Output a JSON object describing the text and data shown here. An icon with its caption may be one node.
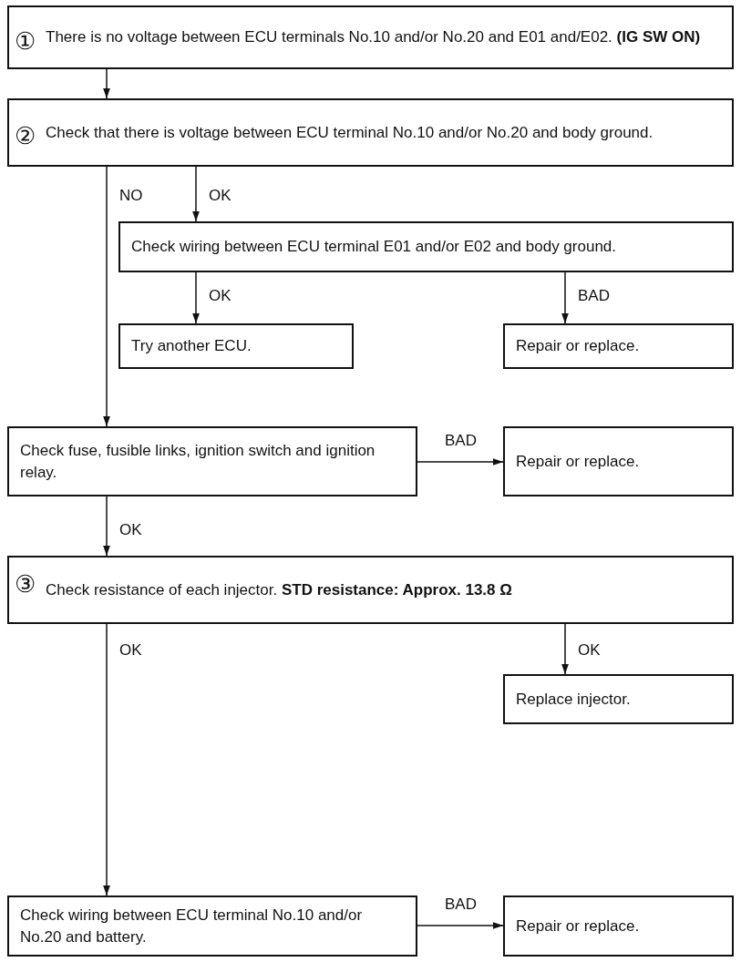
{
  "diagram": {
    "nodes": [
      {
        "text": [
          "①",
          "There is no voltage between ECU terminals No.10 and/or No.20 and E01 and/E02. **(IG SW ON)**"
        ]
      },
      {
        "text": [
          "②",
          "Check that there is voltage between ECU terminal No.10 and/or No.20 and body ground."
        ]
      },
      {
        "text": [
          "Check wiring between ECU terminal E01 and/or E02 and body ground."
        ]
      },
      {
        "text": [
          "Try another ECU."
        ]
      },
      {
        "text": [
          "Repair or replace."
        ]
      },
      {
        "text": [
          "Check fuse, fusible links, ignition switch and ignition relay."
        ]
      },
      {
        "text": [
          "Repair or replace."
        ]
      },
      {
        "text": [
          "③",
          "Check resistance of each injector. **STD resistance:  Approx. 13.8 Ω**"
        ]
      },
      {
        "text": [
          "Replace injector."
        ]
      },
      {
        "text": [
          "Check wiring between ECU terminal No.10 and/or No.20 and battery."
        ]
      },
      {
        "text": [
          "Repair or replace."
        ]
      }
    ],
    "edges": [
      {
        "from": 0,
        "to": 1,
        "arrow": "to"
      },
      {
        "from": 1,
        "to": 5,
        "arrow": "to",
        "label": "NO"
      },
      {
        "from": 1,
        "to": 2,
        "arrow": "to",
        "label": "OK"
      },
      {
        "from": 2,
        "to": 3,
        "arrow": "to",
        "label": "OK"
      },
      {
        "from": 2,
        "to": 4,
        "arrow": "to",
        "label": "BAD"
      },
      {
        "from": 5,
        "to": 6,
        "arrow": "to",
        "label": "BAD"
      },
      {
        "from": 5,
        "to": 7,
        "arrow": "to",
        "label": "OK"
      },
      {
        "from": 7,
        "to": 9,
        "arrow": "to",
        "label": "OK"
      },
      {
        "from": 7,
        "to": 8,
        "arrow": "to",
        "label": "OK"
      },
      {
        "from": 9,
        "to": 10,
        "arrow": "to",
        "label": "BAD"
      }
    ]
  }
}
